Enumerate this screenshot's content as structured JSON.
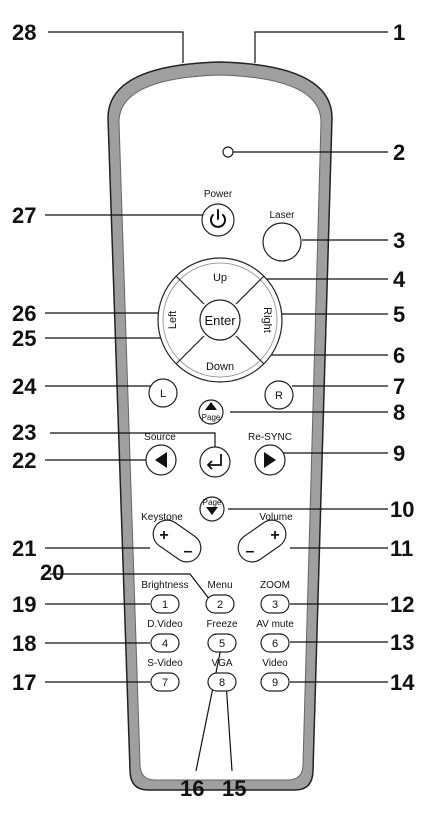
{
  "callouts": {
    "c1": "1",
    "c2": "2",
    "c3": "3",
    "c4": "4",
    "c5": "5",
    "c6": "6",
    "c7": "7",
    "c8": "8",
    "c9": "9",
    "c10": "10",
    "c11": "11",
    "c12": "12",
    "c13": "13",
    "c14": "14",
    "c15": "15",
    "c16": "16",
    "c17": "17",
    "c18": "18",
    "c19": "19",
    "c20": "20",
    "c21": "21",
    "c22": "22",
    "c23": "23",
    "c24": "24",
    "c25": "25",
    "c26": "26",
    "c27": "27",
    "c28": "28"
  },
  "labels": {
    "power": "Power",
    "laser": "Laser",
    "source": "Source",
    "resync": "Re-SYNC",
    "keystone": "Keystone",
    "volume": "Volume",
    "brightness": "Brightness",
    "menu": "Menu",
    "zoom": "ZOOM",
    "dvideo": "D.Video",
    "freeze": "Freeze",
    "avmute": "AV mute",
    "svideo": "S-Video",
    "vga": "VGA",
    "video": "Video"
  },
  "keys": {
    "enter": "Enter",
    "up": "Up",
    "down": "Down",
    "left": "Left",
    "right": "Right",
    "l": "L",
    "r": "R",
    "page_up": "Page",
    "page_down": "Page",
    "plus": "+",
    "minus": "–",
    "k1": "1",
    "k2": "2",
    "k3": "3",
    "k4": "4",
    "k5": "5",
    "k6": "6",
    "k7": "7",
    "k8": "8",
    "k9": "9"
  },
  "icons": {
    "power": "power-icon",
    "source_arrow": "left-triangle-icon",
    "resync_arrow": "right-triangle-icon",
    "return": "return-arrow-icon",
    "page_up_arrow": "up-triangle-icon",
    "page_down_arrow": "down-triangle-icon"
  }
}
